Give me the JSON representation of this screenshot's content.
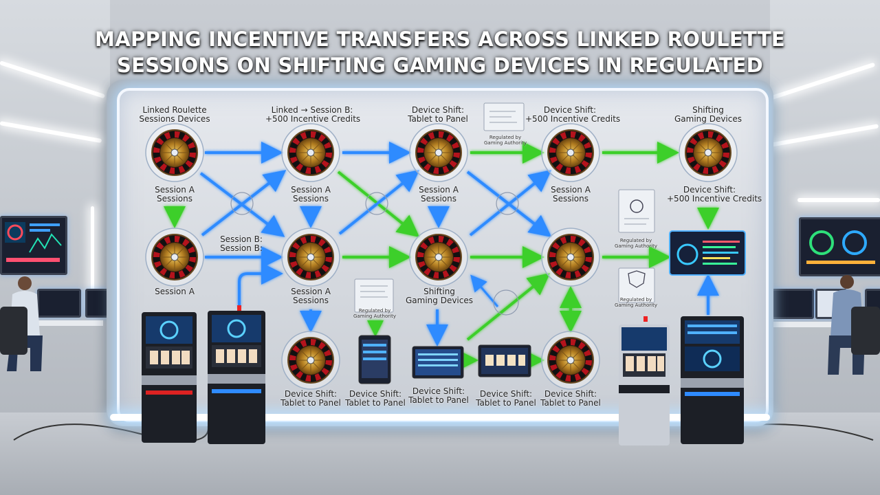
{
  "title": {
    "line1": "MAPPING INCENTIVE TRANSFERS ACROSS LINKED ROULETTE",
    "line2": "SESSIONS ON SHIFTING GAMING DEVICES IN REGULATED"
  },
  "diagram": {
    "labels": {
      "n1_top_l1": "Linked Roulette",
      "n1_top_l2": "Sessions Devices",
      "n2_top_l1": "Linked → Session B:",
      "n2_top_l2": "+500 Incentive Credits",
      "n3_top_l1": "Device Shift:",
      "n3_top_l2": "Tablet to Panel",
      "n4_top_l1": "Device Shift:",
      "n4_top_l2": "+500 Incentive Credits",
      "n5_top_l1": "Shifting",
      "n5_top_l2": "Gaming Devices",
      "r1_l1": "Session A",
      "r1_l2": "Sessions",
      "r1_n5_l1": "Device Shift:",
      "r1_n5_l2": "+500 Incentive Credits",
      "session_b_l1": "Session B:",
      "session_b_l2": "Session B:",
      "session_a": "Session A",
      "r2b_l1": "Session A",
      "r2b_l2": "Sessions",
      "shifting_l1": "Shifting",
      "shifting_l2": "Gaming Devices",
      "bottom_1_l1": "Device Shift:",
      "bottom_1_l2": "Tablet to Panel",
      "bottom_2_l1": "Device Shift:",
      "bottom_2_l2": "Tablet to Panel",
      "bottom_3_l1": "Device Shift:",
      "bottom_3_l2": "Tablet to Panel",
      "bottom_4_l1": "Device Shift:",
      "bottom_4_l2": "Tablet to Panel",
      "bottom_5_l1": "Device Shift:",
      "bottom_5_l2": "Tablet to Panel",
      "reg_1_l1": "Regulated by",
      "reg_1_l2": "Gaming Authority",
      "reg_2_l1": "Regulated by",
      "reg_2_l2": "Gaming Authority",
      "reg_3_l1": "Regulated by",
      "reg_3_l2": "Gaming Authority",
      "reg_4_l1": "Regulated by",
      "reg_4_l2": "Gaming Authority"
    },
    "colors": {
      "blue_arrow": "#2f8bff",
      "green_arrow": "#3ecf2a",
      "wheel_red": "#b4131c",
      "wheel_gold": "#c9962e"
    }
  }
}
